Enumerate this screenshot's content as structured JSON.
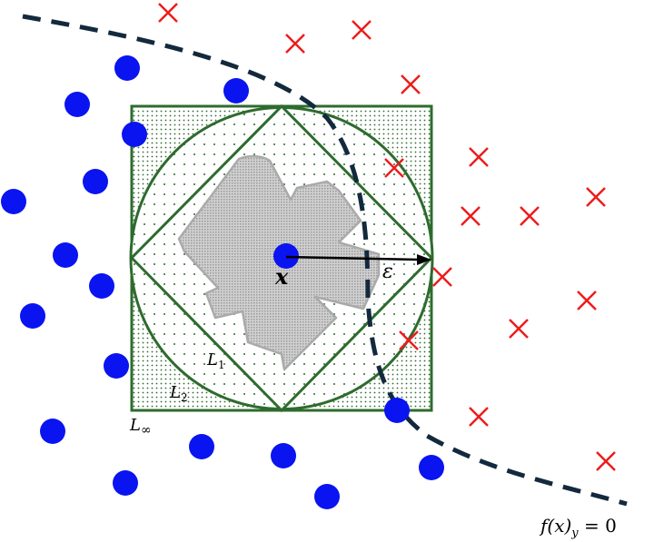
{
  "labels": {
    "l1": "L",
    "l1_sub": "1",
    "l2": "L",
    "l2_sub": "2",
    "linf": "L",
    "linf_sub": "∞",
    "x": "x",
    "epsilon": "ε",
    "boundary": "f(x)",
    "boundary_sub": "y",
    "boundary_rhs": " = 0"
  },
  "colors": {
    "class_a": "#0a14f0",
    "class_b": "#ee1c1c",
    "norm_balls": "#2e6b2e",
    "boundary": "#13293d",
    "region": "#b8b8b8"
  }
}
